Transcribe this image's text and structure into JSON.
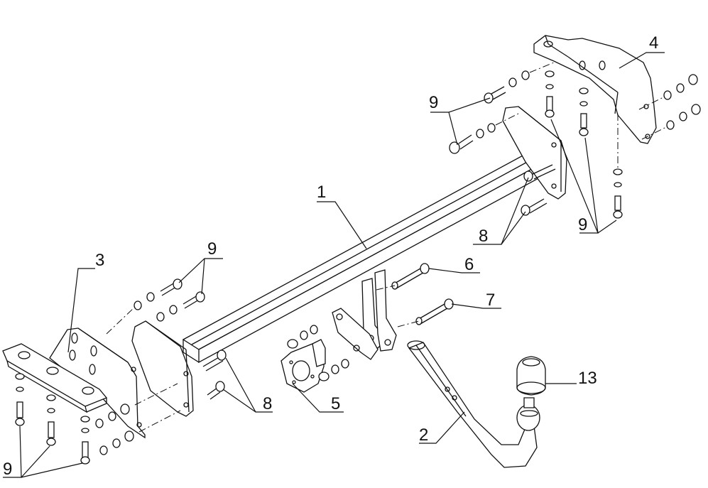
{
  "callouts": {
    "bar": "1",
    "ball_arm": "2",
    "left_bracket": "3",
    "right_bracket": "4",
    "socket_plate": "5",
    "arm_bolt": "6",
    "arm_bolt_lower": "7",
    "bolts_right": "8",
    "bolts_left": "8",
    "fasteners_right_top": "9",
    "fasteners_right_bottom": "9",
    "fasteners_left_top": "9",
    "fasteners_left_bottom": "9",
    "ball_cap": "13"
  },
  "colors": {
    "line": "#111111",
    "background": "#ffffff"
  }
}
